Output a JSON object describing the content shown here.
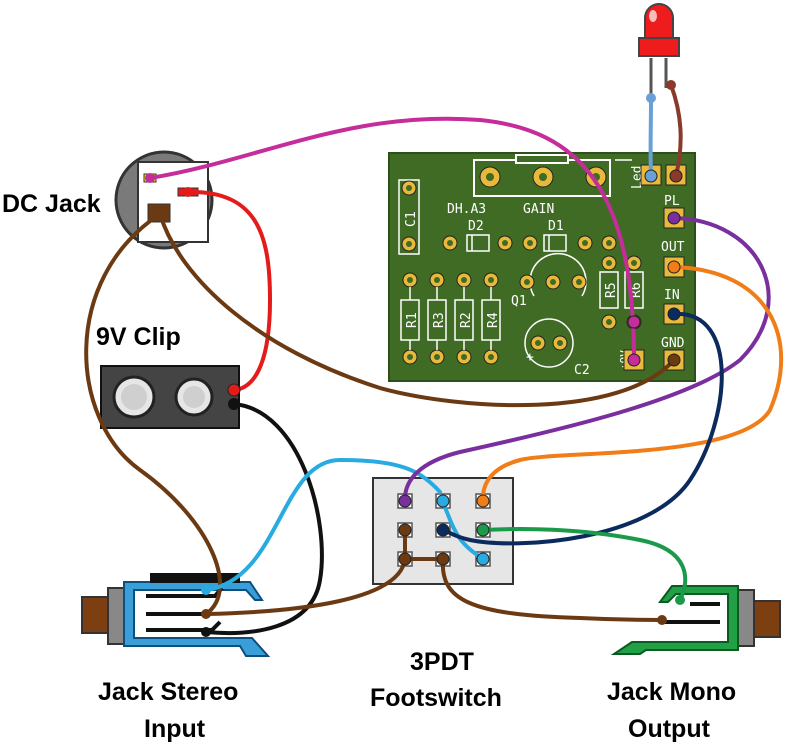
{
  "labels": {
    "dc_jack": "DC Jack",
    "clip_9v": "9V Clip",
    "jack_stereo_line1": "Jack Stereo",
    "jack_stereo_line2": "Input",
    "footswitch_line1": "3PDT",
    "footswitch_line2": "Footswitch",
    "jack_mono_line1": "Jack Mono",
    "jack_mono_line2": "Output"
  },
  "pcb": {
    "name": "DH.A3",
    "gain": "GAIN",
    "led": "Led",
    "c1": "C1",
    "d1": "D1",
    "d2": "D2",
    "q1": "Q1",
    "c2": "C2",
    "r1": "R1",
    "r2": "R2",
    "r3": "R3",
    "r4": "R4",
    "r5": "R5",
    "r6": "R6",
    "plus9v": "+9V",
    "plus": "+",
    "pad_pl": "PL",
    "pad_out": "OUT",
    "pad_in": "IN",
    "pad_gnd": "GND"
  },
  "colors": {
    "pcb": "#3f6b25",
    "pad": "#e8b93a",
    "magenta": "#c52d9a",
    "red": "#e41b1b",
    "brown": "#6b3a12",
    "black": "#111111",
    "light_blue": "#29abe2",
    "navy": "#0b2a5e",
    "purple": "#7a2f9e",
    "orange": "#f07d18",
    "green": "#1a9a4a",
    "led_red": "#ee1c1c",
    "jack_blue": "#3a9fd8",
    "jack_green": "#22a045"
  }
}
